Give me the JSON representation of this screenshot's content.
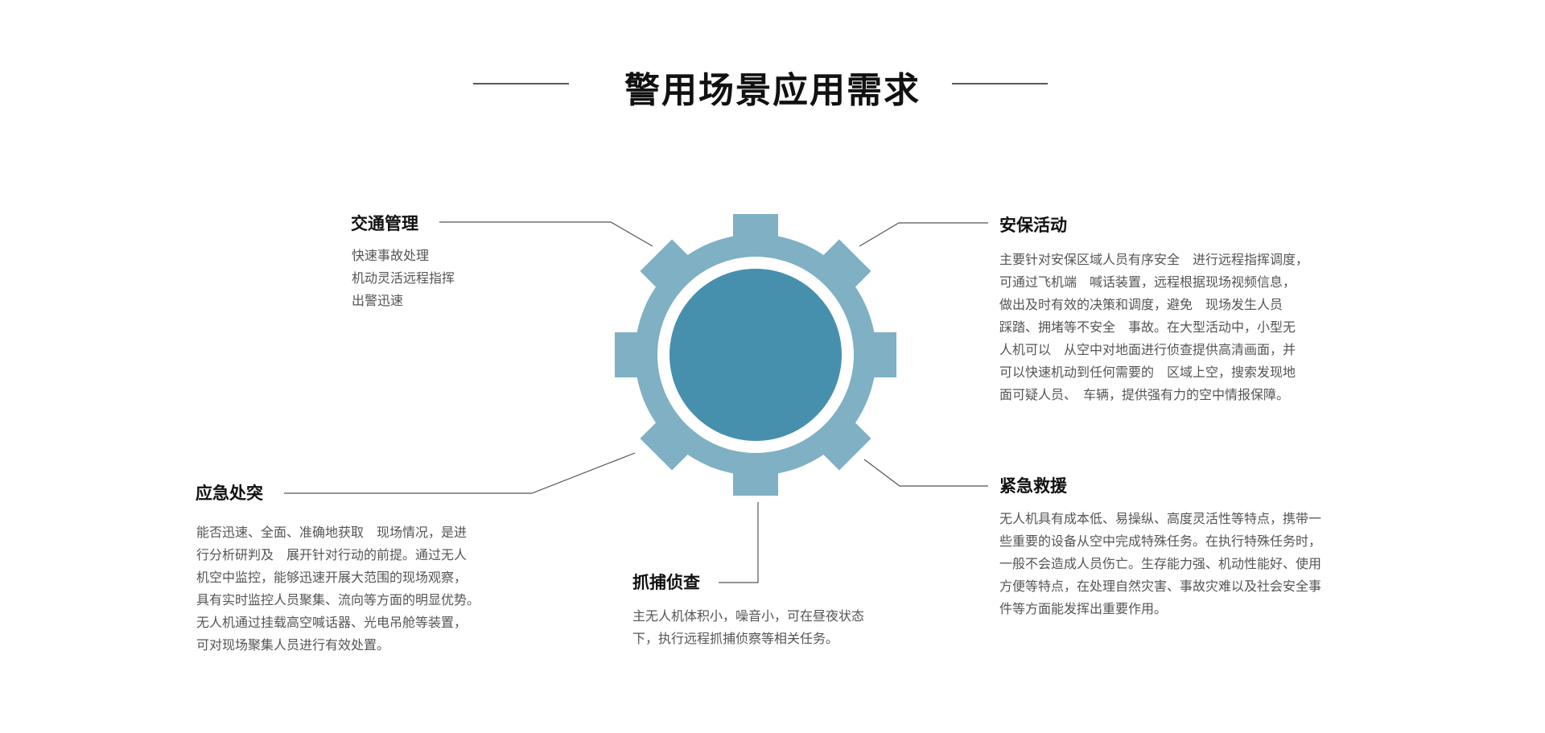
{
  "title": "警用场景应用需求",
  "colors": {
    "gear": "#7fb0c4",
    "core": "#4690ad",
    "line": "#444444"
  },
  "sections": {
    "traffic": {
      "heading": "交通管理",
      "lines": [
        "快速事故处理",
        "机动灵活远程指挥",
        "出警迅速"
      ]
    },
    "security": {
      "heading": "安保活动",
      "lines": [
        "主要针对安保区域人员有序安全　进行远程指挥调度，",
        "可通过飞机端　喊话装置，远程根据现场视频信息，",
        "做出及时有效的决策和调度，避免　现场发生人员",
        "踩踏、拥堵等不安全　事故。在大型活动中，小型无",
        "人机可以　从空中对地面进行侦查提供高清画面，并",
        "可以快速机动到任何需要的　区域上空，搜索发现地",
        "面可疑人员、　车辆，提供强有力的空中情报保障。"
      ]
    },
    "emergency": {
      "heading": "应急处突",
      "lines": [
        "能否迅速、全面、准确地获取　现场情况，是进",
        "行分析研判及　展开针对行动的前提。通过无人",
        "机空中监控，能够迅速开展大范围的现场观察，",
        "具有实时监控人员聚集、流向等方面的明显优势。",
        "无人机通过挂载高空喊话器、光电吊舱等装置，",
        "可对现场聚集人员进行有效处置。"
      ]
    },
    "capture": {
      "heading": "抓捕侦查",
      "lines": [
        "主无人机体积小，噪音小，可在昼夜状态",
        "下，执行远程抓捕侦察等相关任务。"
      ]
    },
    "rescue": {
      "heading": "紧急救援",
      "lines": [
        "无人机具有成本低、易操纵、高度灵活性等特点，携带一",
        "些重要的设备从空中完成特殊任务。在执行特殊任务时，",
        "一般不会造成人员伤亡。生存能力强、机动性能好、使用",
        "方便等特点，在处理自然灾害、事故灾难以及社会安全事",
        "件等方面能发挥出重要作用。"
      ]
    }
  }
}
